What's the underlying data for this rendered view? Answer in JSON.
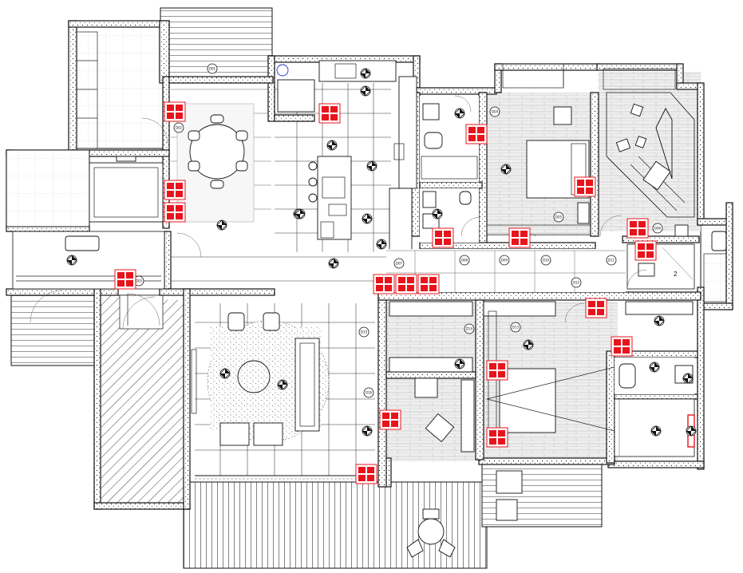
{
  "colors": {
    "line": "#111111",
    "marker": "#e8141c",
    "marker_inner": "#ffffff",
    "wood": "#8a8a8a",
    "blue_circle": "#2233cc"
  },
  "room_tags": [
    {
      "id": "tag-1",
      "text": "D01"
    },
    {
      "id": "tag-2",
      "text": "D02"
    },
    {
      "id": "tag-3",
      "text": "D03"
    },
    {
      "id": "tag-4",
      "text": "D04"
    },
    {
      "id": "tag-5",
      "text": "D05"
    },
    {
      "id": "tag-6",
      "text": "D06"
    },
    {
      "id": "tag-7",
      "text": "D07"
    },
    {
      "id": "tag-8",
      "text": "D08"
    },
    {
      "id": "tag-9",
      "text": "D09"
    },
    {
      "id": "tag-10",
      "text": "D10"
    },
    {
      "id": "tag-11",
      "text": "D11"
    },
    {
      "id": "tag-12",
      "text": "D12"
    },
    {
      "id": "tag-13",
      "text": "D13"
    },
    {
      "id": "tag-14",
      "text": "D14"
    },
    {
      "id": "tag-15",
      "text": "D15"
    },
    {
      "id": "tag-16",
      "text": "D16"
    }
  ],
  "labels": {
    "stair_number": "2"
  }
}
